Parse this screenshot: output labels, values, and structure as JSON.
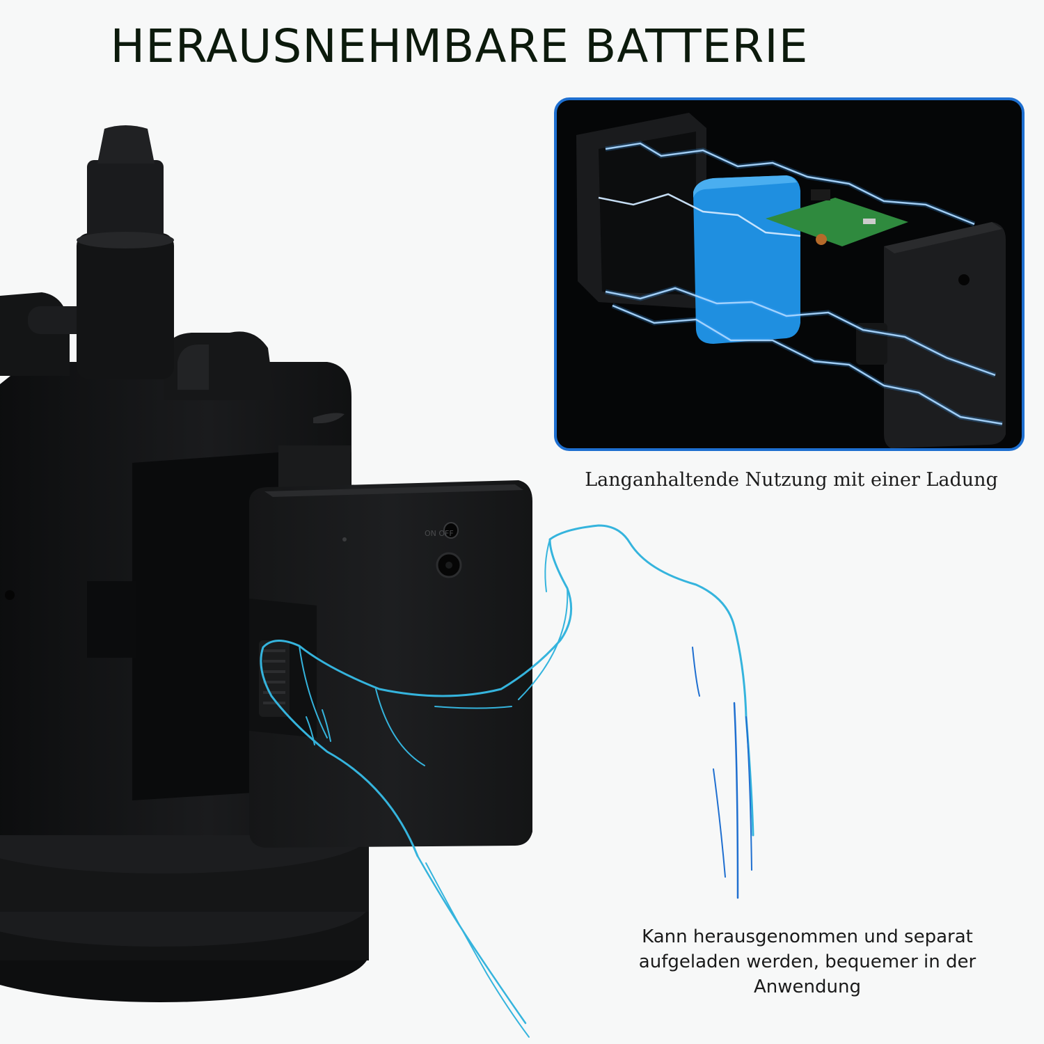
{
  "headline": "HERAUSNEHMBARE BATTERIE",
  "inset_caption": "Langanhaltende Nutzung mit einer Ladung",
  "bottom_caption": {
    "lines": [
      "Kann herausgenommen und separat",
      "aufgeladen werden, bequemer in der",
      "Anwendung"
    ]
  },
  "switch_label": "ON OFF",
  "colors": {
    "background": "#f7f8f8",
    "device": "#141516",
    "inset_border": "#1e6fd0",
    "battery_cell": "#1f8fe0",
    "circuit_board": "#2f8a3e",
    "hand_line": "#35b4dd",
    "electric_glow": "#cfe8ff"
  }
}
